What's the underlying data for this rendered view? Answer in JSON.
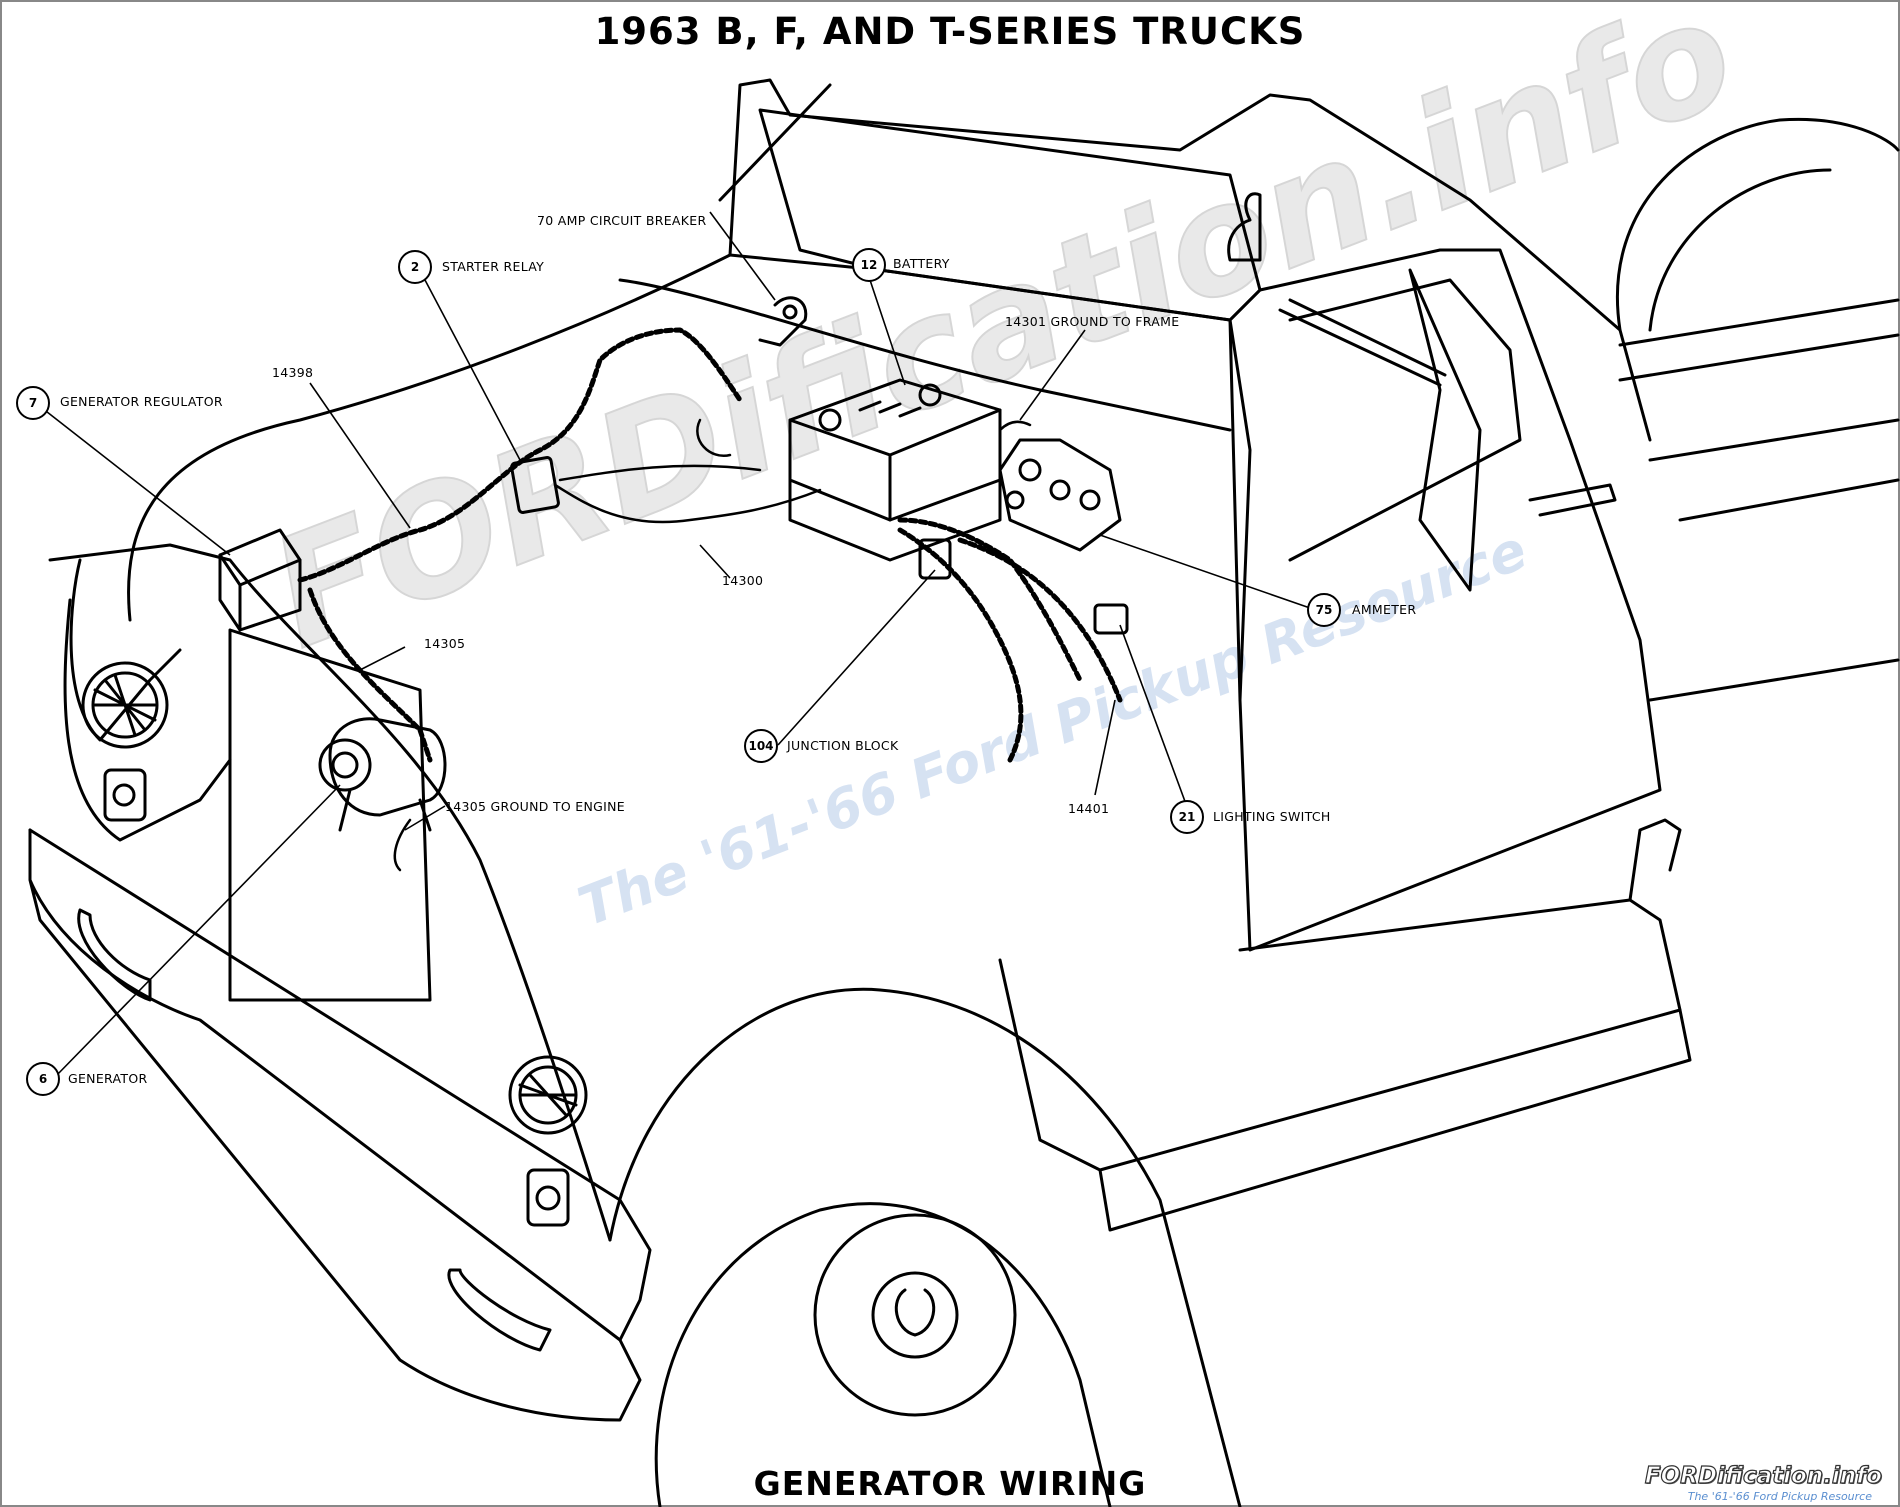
{
  "titles": {
    "top": "1963 B, F, AND T-SERIES TRUCKS",
    "bottom": "GENERATOR WIRING"
  },
  "callouts": [
    {
      "number": "7",
      "label": "GENERATOR REGULATOR"
    },
    {
      "number": "2",
      "label": "STARTER RELAY"
    },
    {
      "number": "12",
      "label": "BATTERY"
    },
    {
      "number": "75",
      "label": "AMMETER"
    },
    {
      "number": "104",
      "label": "JUNCTION BLOCK"
    },
    {
      "number": "21",
      "label": "LIGHTING SWITCH"
    },
    {
      "number": "6",
      "label": "GENERATOR"
    }
  ],
  "part_labels": {
    "circuit_breaker": "70 AMP CIRCUIT BREAKER",
    "harness_14398": "14398",
    "ground_frame": "14301 GROUND TO FRAME",
    "wire_14300": "14300",
    "wire_14305": "14305",
    "ground_engine": "14305 GROUND TO ENGINE",
    "wire_14401": "14401"
  },
  "watermark": {
    "main": "FORDification.info",
    "sub": "The '61-'66 Ford Pickup Resource"
  },
  "logo": {
    "main": "FORDification.info",
    "sub": "The '61-'66 Ford Pickup Resource"
  }
}
